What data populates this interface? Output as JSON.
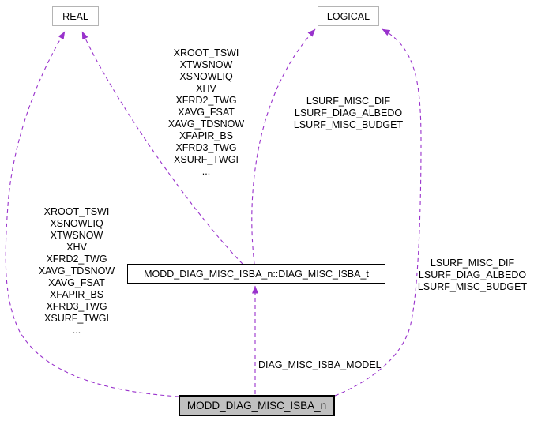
{
  "nodes": {
    "real": {
      "label": "REAL"
    },
    "logical": {
      "label": "LOGICAL"
    },
    "diag_type": {
      "label": "MODD_DIAG_MISC_ISBA_n::DIAG_MISC_ISBA_t"
    },
    "module": {
      "label": "MODD_DIAG_MISC_ISBA_n"
    }
  },
  "edges": {
    "type_to_real": {
      "label": "XROOT_TSWI\nXTWSNOW\nXSNOWLIQ\nXHV\nXFRD2_TWG\nXAVG_FSAT\nXAVG_TDSNOW\nXFAPIR_BS\nXFRD3_TWG\nXSURF_TWGI\n..."
    },
    "type_to_logical": {
      "label": "LSURF_MISC_DIF\nLSURF_DIAG_ALBEDO\nLSURF_MISC_BUDGET"
    },
    "module_to_real": {
      "label": "XROOT_TSWI\nXSNOWLIQ\nXTWSNOW\nXHV\nXFRD2_TWG\nXAVG_TDSNOW\nXAVG_FSAT\nXFAPIR_BS\nXFRD3_TWG\nXSURF_TWGI\n..."
    },
    "module_to_logical": {
      "label": "LSURF_MISC_DIF\nLSURF_DIAG_ALBEDO\nLSURF_MISC_BUDGET"
    },
    "module_to_type": {
      "label": "DIAG_MISC_ISBA_MODEL"
    }
  },
  "colors": {
    "edge": "#9932cc",
    "node_border_gray": "#b4b4b4",
    "node_border_black": "#000000",
    "node_fill_gray": "#c0c0c0",
    "background": "#ffffff"
  }
}
